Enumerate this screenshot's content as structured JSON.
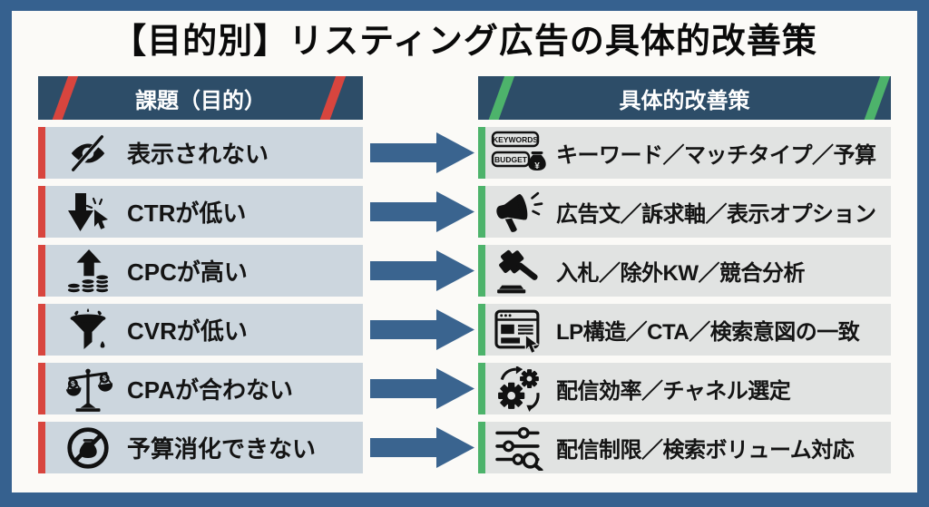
{
  "title": "【目的別】リスティング広告の具体的改善策",
  "headers": {
    "issues": "課題（目的）",
    "solutions": "具体的改善策"
  },
  "rows": [
    {
      "issue": "表示されない",
      "issue_icon": "eye-off-icon",
      "solution": "キーワード／マッチタイプ／予算",
      "solution_icon": "keywords-budget-icon"
    },
    {
      "issue": "CTRが低い",
      "issue_icon": "click-down-icon",
      "solution": "広告文／訴求軸／表示オプション",
      "solution_icon": "megaphone-icon"
    },
    {
      "issue": "CPCが高い",
      "issue_icon": "cost-up-icon",
      "solution": "入札／除外KW／競合分析",
      "solution_icon": "gavel-icon"
    },
    {
      "issue": "CVRが低い",
      "issue_icon": "funnel-icon",
      "solution": "LP構造／CTA／検索意図の一致",
      "solution_icon": "landing-page-icon"
    },
    {
      "issue": "CPAが合わない",
      "issue_icon": "balance-scale-icon",
      "solution": "配信効率／チャネル選定",
      "solution_icon": "gears-icon"
    },
    {
      "issue": "予算消化できない",
      "issue_icon": "budget-ban-icon",
      "solution": "配信制限／検索ボリューム対応",
      "solution_icon": "sliders-search-icon"
    }
  ],
  "icon_labels": {
    "keywords": "KEYWORDS",
    "budget": "BUDGET",
    "yen": "¥",
    "dollar_left": "$",
    "dollar_right": "$"
  },
  "colors": {
    "frame": "#36618f",
    "panel": "#fbfaf7",
    "header_bg": "#2d4d68",
    "accent_red": "#d8453e",
    "accent_green": "#4db36b",
    "row_left_bg": "#ccd6de",
    "row_right_bg": "#e1e3e2",
    "arrow": "#3a648f",
    "text": "#141414"
  }
}
